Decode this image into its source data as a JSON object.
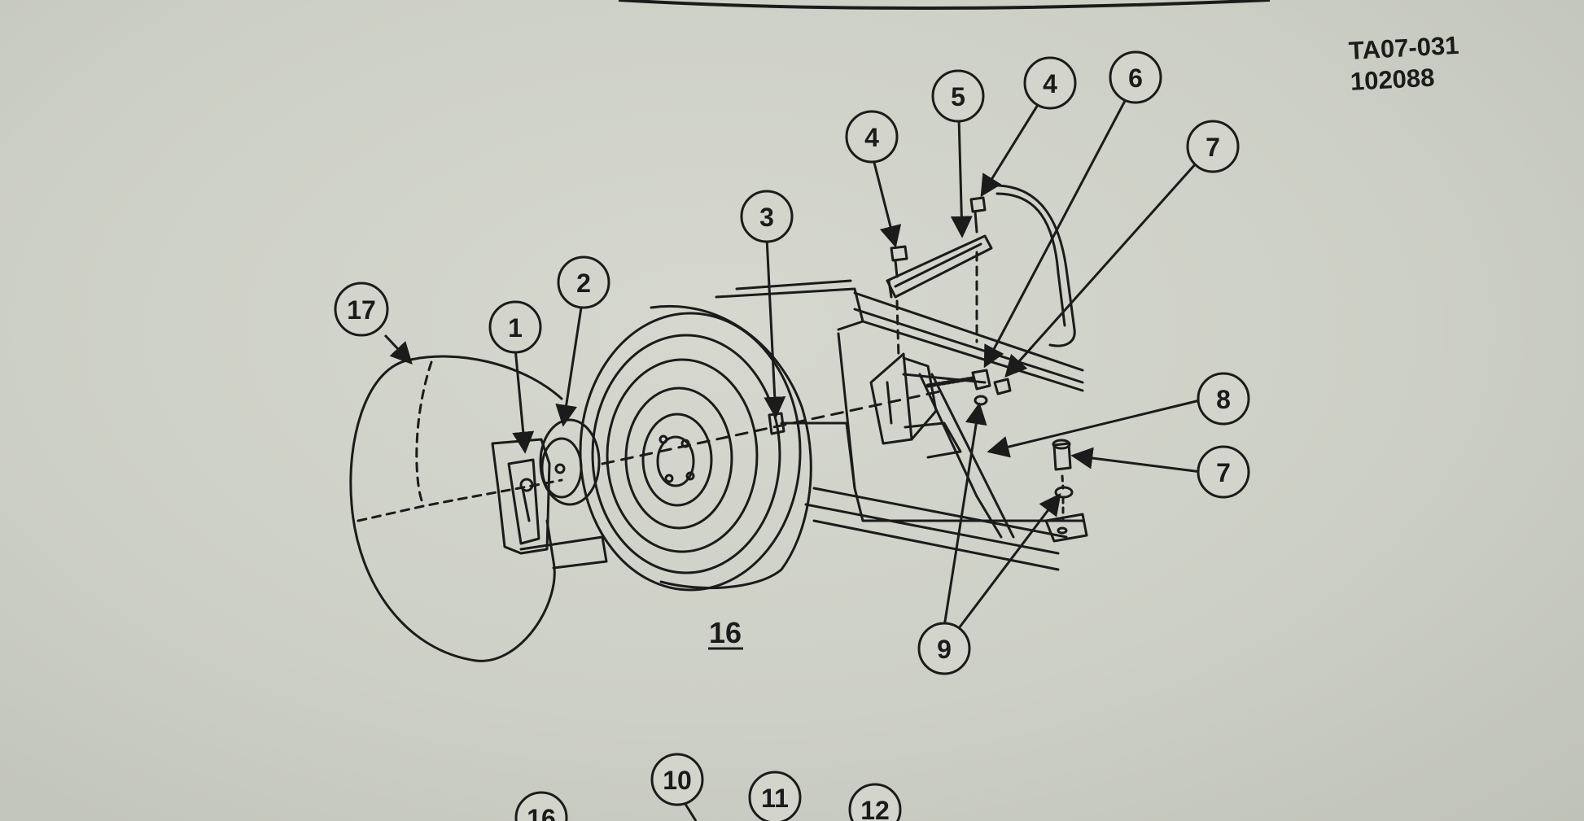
{
  "figure": {
    "ref_code_line1": "TA07-031",
    "ref_code_line2": "102088",
    "main_label": "16",
    "callouts": [
      "17",
      "1",
      "2",
      "3",
      "4",
      "5",
      "4",
      "6",
      "7",
      "8",
      "7",
      "9",
      "10",
      "11",
      "12",
      "16"
    ]
  },
  "colors": {
    "paper": "#d3d5cc",
    "ink": "#1b1b1b"
  }
}
